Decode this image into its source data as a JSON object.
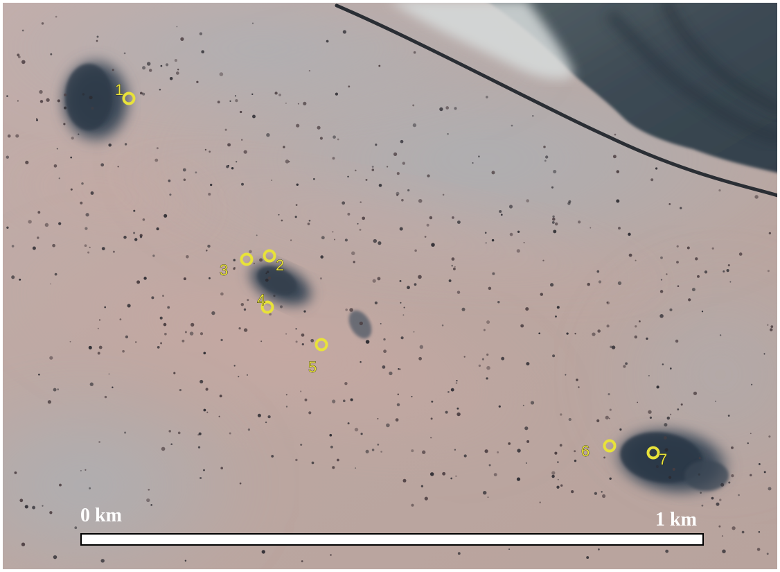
{
  "map": {
    "markers": [
      {
        "id": "1",
        "label": "1"
      },
      {
        "id": "2",
        "label": "2"
      },
      {
        "id": "3",
        "label": "3"
      },
      {
        "id": "4",
        "label": "4"
      },
      {
        "id": "5",
        "label": "5"
      },
      {
        "id": "6",
        "label": "6"
      },
      {
        "id": "7",
        "label": "7"
      }
    ],
    "scale_bar": {
      "start_label": "0 km",
      "end_label": "1 km"
    },
    "colors": {
      "marker": "#e8e23a",
      "sand": "#b9a7a3",
      "rock": "#3d4a58",
      "road": "#2a2e34"
    }
  }
}
